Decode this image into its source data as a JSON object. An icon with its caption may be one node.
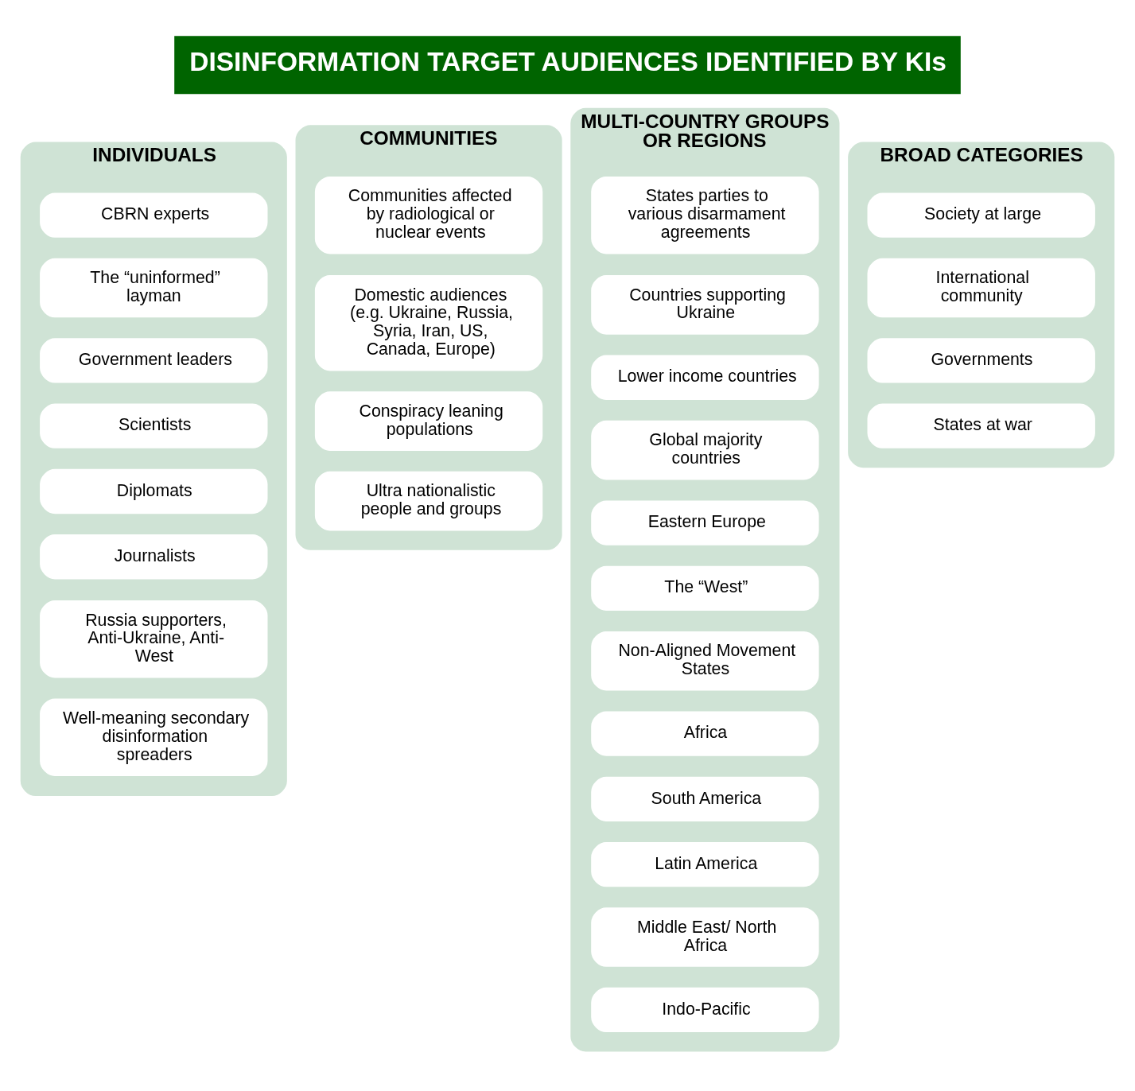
{
  "diagram": {
    "title": "DISINFORMATION TARGET AUDIENCES IDENTIFIED BY KIs",
    "nodes": [
      {
        "text": [
          "INDIVIDUALS"
        ]
      },
      {
        "text": [
          "CBRN experts"
        ],
        "in": 0
      },
      {
        "text": [
          "The “uninformed” layman"
        ],
        "in": 0
      },
      {
        "text": [
          "Government leaders"
        ],
        "in": 0
      },
      {
        "text": [
          "Scientists"
        ],
        "in": 0
      },
      {
        "text": [
          "Diplomats"
        ],
        "in": 0
      },
      {
        "text": [
          "Journalists"
        ],
        "in": 0
      },
      {
        "text": [
          "Russia supporters, Anti-Ukraine, Anti-West"
        ],
        "in": 0
      },
      {
        "text": [
          "Well-meaning secondary disinformation spreaders"
        ],
        "in": 0
      },
      {
        "text": [
          "COMMUNITIES"
        ]
      },
      {
        "text": [
          "Communities affected by radiological or nuclear events"
        ],
        "in": 9
      },
      {
        "text": [
          "Domestic audiences (e.g. Ukraine, Russia, Syria, Iran, US, Canada, Europe)"
        ],
        "in": 9
      },
      {
        "text": [
          "Conspiracy leaning populations"
        ],
        "in": 9
      },
      {
        "text": [
          "Ultra nationalistic people and groups"
        ],
        "in": 9
      },
      {
        "text": [
          "MULTI-COUNTRY GROUPS OR REGIONS"
        ]
      },
      {
        "text": [
          "States parties to various disarmament agreements"
        ],
        "in": 14
      },
      {
        "text": [
          "Countries supporting Ukraine"
        ],
        "in": 14
      },
      {
        "text": [
          "Lower income countries"
        ],
        "in": 14
      },
      {
        "text": [
          "Global majority countries"
        ],
        "in": 14
      },
      {
        "text": [
          "Eastern Europe"
        ],
        "in": 14
      },
      {
        "text": [
          "The “West”"
        ],
        "in": 14
      },
      {
        "text": [
          "Non-Aligned Movement States"
        ],
        "in": 14
      },
      {
        "text": [
          "Africa"
        ],
        "in": 14
      },
      {
        "text": [
          "South America"
        ],
        "in": 14
      },
      {
        "text": [
          "Latin America"
        ],
        "in": 14
      },
      {
        "text": [
          "Middle East/ North Africa"
        ],
        "in": 14
      },
      {
        "text": [
          "Indo-Pacific"
        ],
        "in": 14
      },
      {
        "text": [
          "BROAD CATEGORIES"
        ]
      },
      {
        "text": [
          "Society at large"
        ],
        "in": 27
      },
      {
        "text": [
          "International community"
        ],
        "in": 27
      },
      {
        "text": [
          "Governments"
        ],
        "in": 27
      },
      {
        "text": [
          "States at war"
        ],
        "in": 27
      }
    ],
    "edges": []
  }
}
